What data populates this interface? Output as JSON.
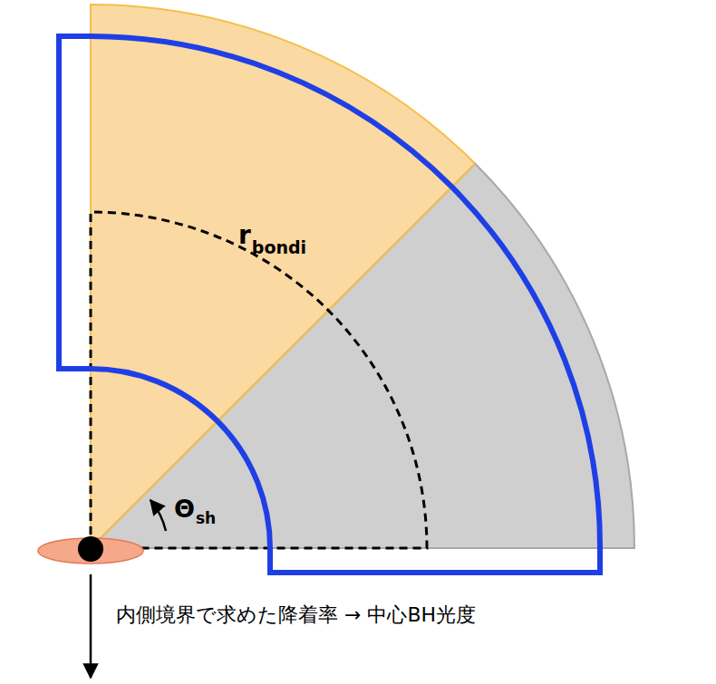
{
  "diagram": {
    "labels": [
      "r",
      "bondi",
      "Θ",
      "sh",
      "内側境界で求めた降着率 → 中心BH光度"
    ]
  }
}
